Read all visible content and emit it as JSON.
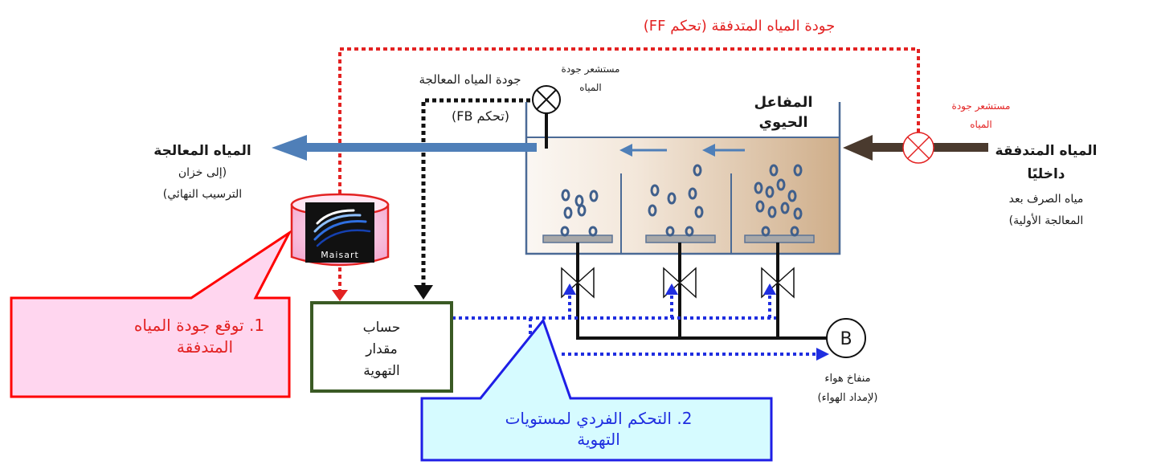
{
  "colors": {
    "ff_line": "#e32222",
    "fb_line": "#111111",
    "control_line": "#1f2ee0",
    "outflow_arrow": "#4f7fb8",
    "inflow_arrow": "#4a3a2e",
    "reactor_border": "#4b6a96",
    "callout1_fill": "#ffd6ef",
    "callout1_border": "#ff0000",
    "callout2_fill": "#d6fbff",
    "callout2_border": "#1e1ee6",
    "calc_box_border": "#3a5a24"
  },
  "labels": {
    "ff_control": "جودة المياه المتدفقة (تحكم FF)",
    "inflow_sensor": [
      "مستشعر جودة",
      "المياه"
    ],
    "outflow_sensor": [
      "مستشعر جودة",
      "المياه"
    ],
    "fb_control": [
      "جودة المياه المعالجة",
      "(تحكم FB)"
    ],
    "reactor": [
      "المفاعل",
      "الحيوي"
    ],
    "treated_water": "المياه المعالجة",
    "treated_sub": [
      "إلى خزان)",
      "(الترسيب النهائي"
    ],
    "inflow_water": [
      "المياه المتدفقة",
      "داخليًا"
    ],
    "inflow_sub": [
      "مياه الصرف بعد",
      "(المعالجة الأولية"
    ],
    "calc_box": [
      "حساب",
      "مقدار",
      "التهوية"
    ],
    "blower_letter": "B",
    "blower_label": [
      "منفاخ هواء",
      "(لإمداد الهواء)"
    ],
    "callout1": [
      "1.   توقع جودة المياه",
      "المتدفقة"
    ],
    "callout2": [
      "2. التحكم الفردي لمستويات",
      "التهوية"
    ],
    "logo_text": "Maisart"
  },
  "icons": {
    "sensor": "sensor-cross-icon",
    "valve": "valve-icon",
    "blower": "blower-icon",
    "logo": "maisart-logo-icon"
  }
}
